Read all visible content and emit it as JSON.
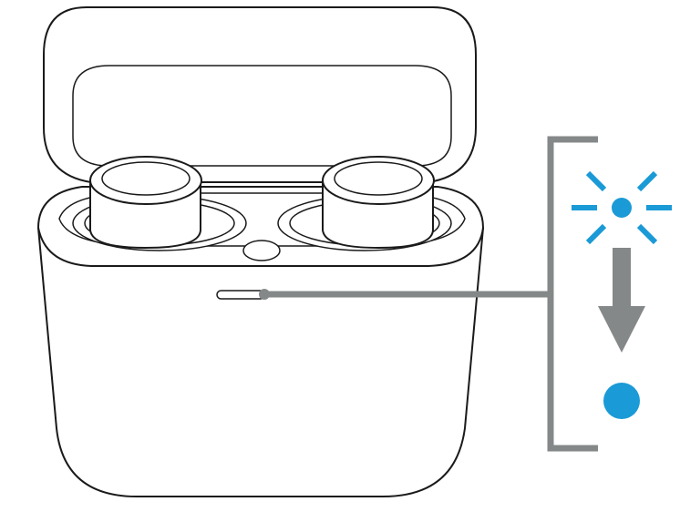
{
  "diagram": {
    "subject": "earbuds-charging-case",
    "indicator_sequence": [
      "blinking",
      "solid"
    ],
    "icons": [
      "blinking-light-icon",
      "down-arrow-icon",
      "solid-light-icon"
    ]
  },
  "colors": {
    "outline": "#1a1a1a",
    "callout": "#858889",
    "led_blue": "#1a9ad6"
  }
}
